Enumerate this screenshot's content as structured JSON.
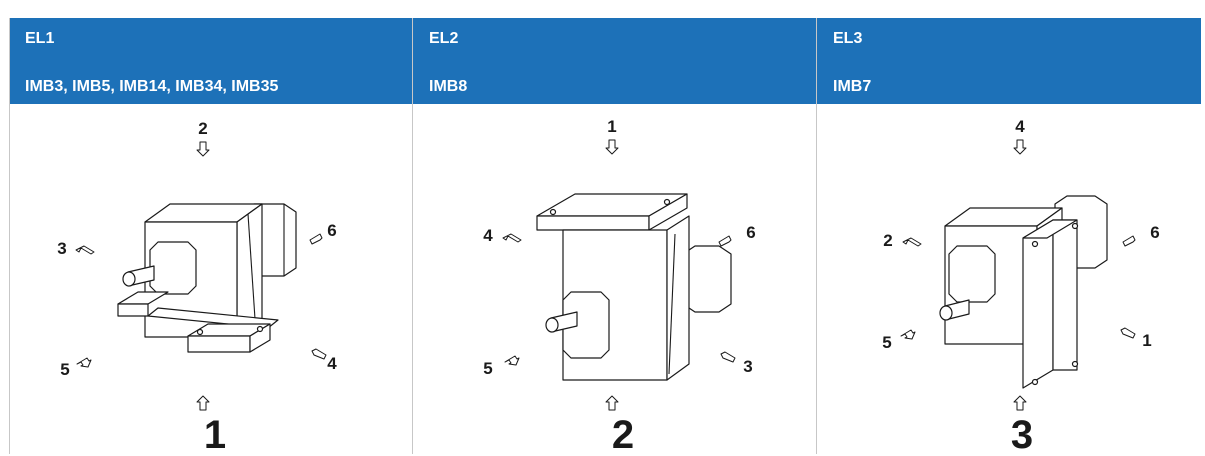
{
  "columns": [
    {
      "code": "EL1",
      "mounting": "IMB3, IMB5, IMB14, IMB34, IMB35",
      "position_number": "1",
      "side_labels": [
        "2",
        "3",
        "6",
        "5",
        "4"
      ]
    },
    {
      "code": "EL2",
      "mounting": "IMB8",
      "position_number": "2",
      "side_labels": [
        "1",
        "4",
        "6",
        "5",
        "3"
      ]
    },
    {
      "code": "EL3",
      "mounting": "IMB7",
      "position_number": "3",
      "side_labels": [
        "4",
        "2",
        "6",
        "5",
        "1"
      ]
    }
  ],
  "colors": {
    "header_bg": "#1d71b8",
    "header_text": "#ffffff",
    "line": "#1a1a1a",
    "divider": "#c7c7c7"
  }
}
